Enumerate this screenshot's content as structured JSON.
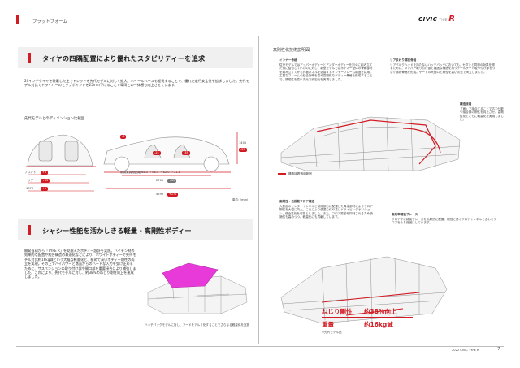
{
  "header": {
    "section_label": "プラットフォーム",
    "logo": {
      "civic": "CIVIC",
      "type": "TYPE",
      "r": "R"
    }
  },
  "left": {
    "section1_title": "タイヤの四隅配置により優れたスタビリティーを追求",
    "section1_body": "20インチタイヤを装着した上でトレッドを先代モデルに対して拡大。ホイールベースも延長することで、優れた走行安定性を追求しました。先代モデル対比でドライバーのヒップポイントを25mm下げることで車両との一体感も向上させています。",
    "dims_caption": "先代モデルとのディメンション比較図",
    "dims": {
      "front_label": "フロント",
      "front_value": "+6",
      "rear_label": "リア",
      "rear_value": "+63",
      "width_value": "1875",
      "width_diff": "+5",
      "hip_label": "前後乗員間距離",
      "hip_value": "65.0 → 95.0 → 62.0 → 31.5",
      "wheelbase_value": "2700",
      "wheelbase_diff": "+35",
      "length_value": "4595",
      "length_diff": "+170",
      "height_value": "1405",
      "height_diff": "-25",
      "unit": "単位: (mm)",
      "top_markers": [
        "-8",
        "-25",
        "-35"
      ]
    },
    "section2_title": "シャシー性能を活かしきる軽量・高剛性ボディー",
    "section2_body": "開発当初から「TYPE R」を見据えたボディー設計を実施。ハイテン材の効果的な配置や組合構造の最適化などにより、ホワイトボディーで先代モデル対比約16kg減という大幅な軽量化と、極めて高いボディー剛性の両立を実現。その上でハイパワーと路面からのハードな入力を受け止めるために、サスペンションの取り付け部や開口部を重要接合により補強しました。これにより、先代モデルに対し、約38%のねじり剛性向上を達成しました。",
    "hatch_caption": "ハッチバックモデルに対し、フードをアルミ化することでさらなる軽量化を実施"
  },
  "right": {
    "diagram_title": "高剛性化技術説明図",
    "innerframe_title": "インナー骨格",
    "innerframe_body": "従来モデルではアッパーボディーとアンダーボディーを別々に組み立てた後に結合していたのに対し、新型モデルではボディー全体の骨格部材を組み立ててから外板パネルを溶接するインナーフレーム構造を採用。主要なフレームの結合効率を高め高剛性なボディー骨格を形成することで、操縦性を高い次元で安定化を実現しました。",
    "rear_title": "リアまわり環状骨格",
    "rear_body": "リアバルクヘッドを持たないハッチバックにおいても、セダンと同様の効果を得るために、ダンパー取り付け部と強固な構造を持つテールゲート取り付け部をつなぐ環状骨格を形成。ゲートの大開口と剛性を高い次元で両立しました。",
    "bond_title": "構造接着",
    "bond_body": "「面」で接合することで応力分散や接合部の剛性を向上させ、高剛性化とともに軽量化を実現しました。",
    "bond_legend": "構造接着適用範囲",
    "floor_title": "高剛性・低振動フロア構造",
    "floor_body": "大断面のセンタートンネルと前席部分に配置した骨格部材によりフロア剛性を大幅に向上。これにより低重心化や高いドライビングポジション、低全高化を可能としました。また、フロア振動を抑制されるため快適性も高めつつ、軽量化にも貢献しています。",
    "brace_title": "高効率補強ブレース",
    "brace_body": "フロア下に補強ブレースを効果的に配置。剛性に優くフロアトンネルと合わせフロアをより強固にしています。",
    "result_rigidity_label": "ねじり剛性",
    "result_rigidity_value": "約38%向上",
    "result_weight_label": "重量",
    "result_weight_value": "約16kg減",
    "result_note": "※先代モデル比",
    "page_number": "7",
    "footer_text": "2022 CIVIC TYPE R"
  },
  "colors": {
    "accent": "#d11c24",
    "magenta_hood": "#e83ad8",
    "section_bg": "#f0f0f0"
  }
}
